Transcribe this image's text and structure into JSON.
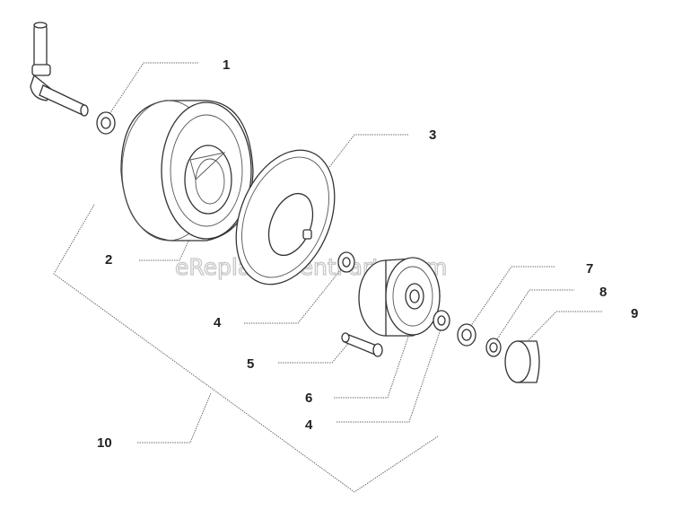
{
  "watermark": "eReplacementParts.com",
  "callouts": [
    {
      "id": "c1",
      "label": "1"
    },
    {
      "id": "c2",
      "label": "2"
    },
    {
      "id": "c3",
      "label": "3"
    },
    {
      "id": "c4a",
      "label": "4"
    },
    {
      "id": "c5",
      "label": "5"
    },
    {
      "id": "c6",
      "label": "6"
    },
    {
      "id": "c4b",
      "label": "4"
    },
    {
      "id": "c7",
      "label": "7"
    },
    {
      "id": "c8",
      "label": "8"
    },
    {
      "id": "c9",
      "label": "9"
    },
    {
      "id": "c10",
      "label": "10"
    }
  ],
  "icons": [
    "axle-icon",
    "spacer-washer-icon",
    "tire-icon",
    "inner-tube-icon",
    "bearing-icon",
    "valve-stem-icon",
    "wheel-rim-icon",
    "seal-icon",
    "retaining-ring-icon",
    "hub-cap-icon"
  ]
}
